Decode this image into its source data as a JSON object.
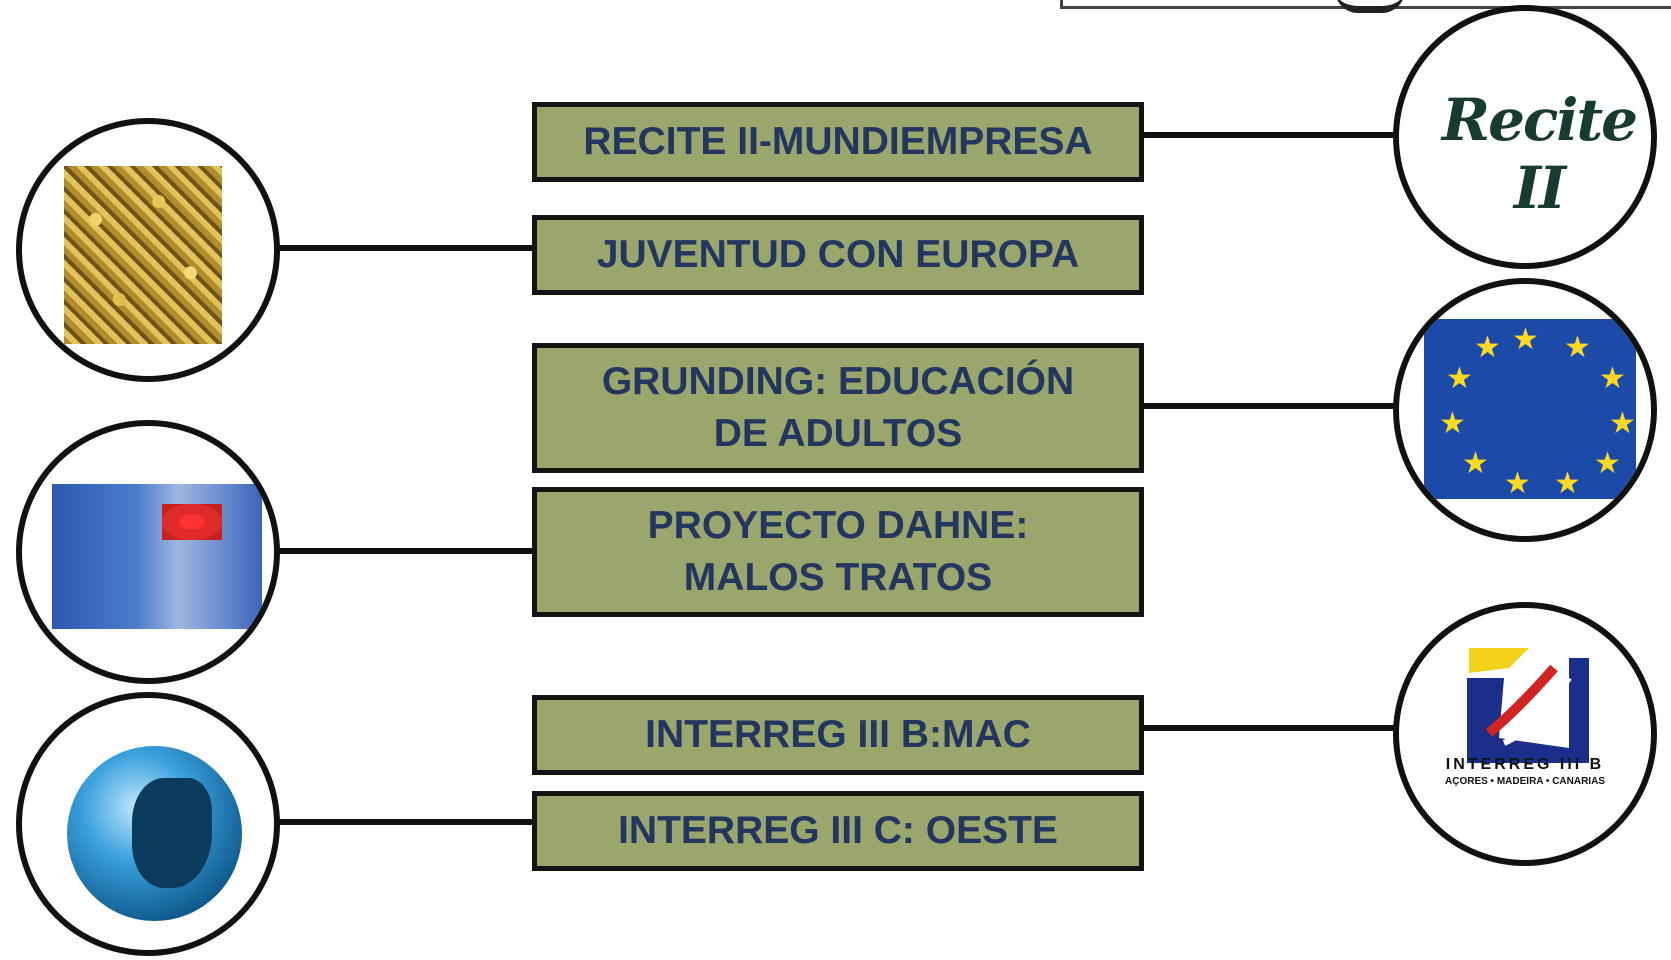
{
  "boxes": [
    {
      "id": "recite",
      "label": "RECITE II-MUNDIEMPRESA"
    },
    {
      "id": "juventud",
      "label": "JUVENTUD CON EUROPA"
    },
    {
      "id": "grunding",
      "label": "GRUNDING: EDUCACIÓN DE ADULTOS"
    },
    {
      "id": "dahne",
      "label": "PROYECTO DAHNE: MALOS TRATOS"
    },
    {
      "id": "interreg_b",
      "label": "INTERREG III B:MAC"
    },
    {
      "id": "interreg_c",
      "label": "INTERREG III C: OESTE"
    }
  ],
  "logos": {
    "recite": "Recite II",
    "interreg_name": "INTERREG III B",
    "interreg_regions": "AÇORES • MADEIRA • CANARIAS"
  },
  "colors": {
    "box_fill": "#9aa66b",
    "box_text": "#23365f",
    "border": "#141414"
  }
}
